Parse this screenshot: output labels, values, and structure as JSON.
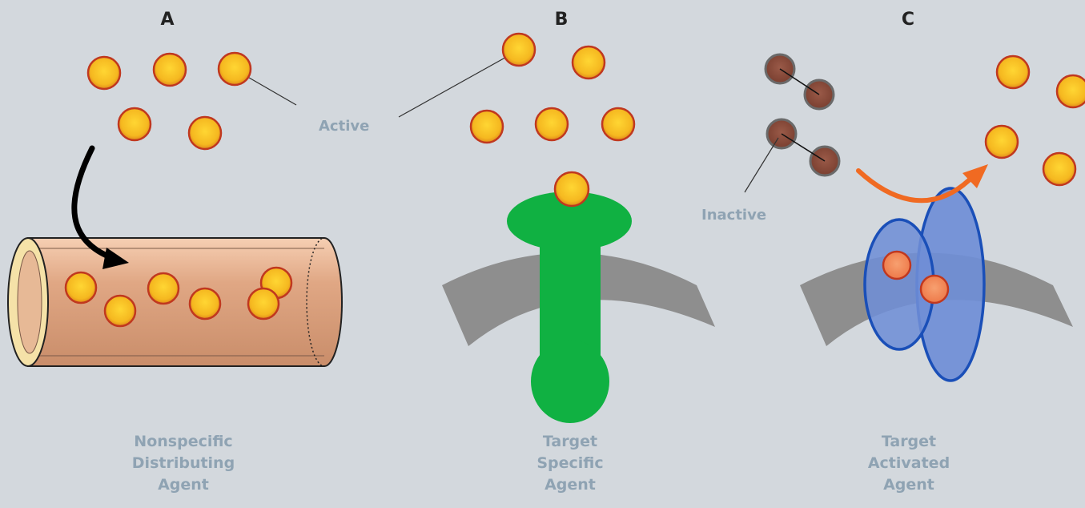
{
  "panels": {
    "a": {
      "letter": "A",
      "caption": [
        "Nonspecific",
        "Distributing",
        "Agent"
      ]
    },
    "b": {
      "letter": "B",
      "caption": [
        "Target",
        "Specific",
        "Agent"
      ]
    },
    "c": {
      "letter": "C",
      "caption": [
        "Target",
        "Activated",
        "Agent"
      ]
    }
  },
  "labels": {
    "active": "Active",
    "inactive": "Inactive"
  },
  "colors": {
    "background": "#d3d8dd",
    "active_fill": "#f5b820",
    "active_rim": "#c0381f",
    "inactive_fill": "#8a4c3c",
    "vessel": "#e0a784",
    "receptor_green": "#10b142",
    "receptor_blue": "#6f8ed6",
    "membrane": "#8a8a8a",
    "activation_arrow": "#f06a22",
    "label_text": "#8fa3b3"
  }
}
